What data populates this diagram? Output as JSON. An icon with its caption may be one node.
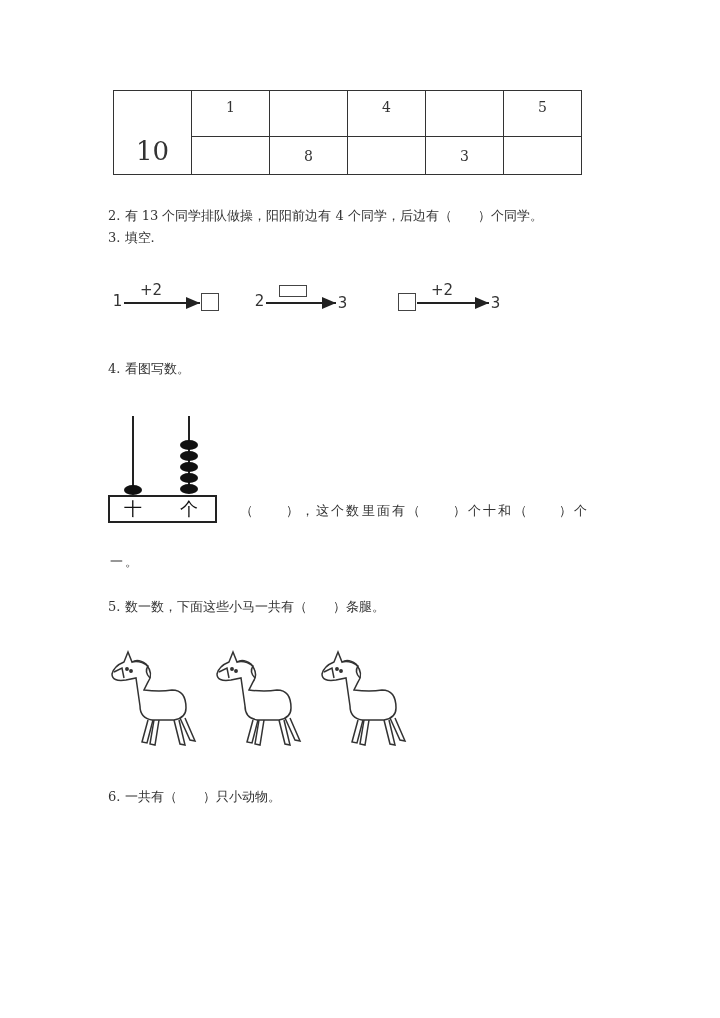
{
  "diagram": {
    "nodes": [
      {
        "text": [
          "1"
        ]
      },
      {
        "text": [],
        "shape": "box"
      },
      {
        "text": [
          "2"
        ]
      },
      {
        "text": [
          "3"
        ]
      },
      {
        "text": [],
        "shape": "box"
      },
      {
        "text": [],
        "shape": "box"
      },
      {
        "text": [
          "3"
        ]
      }
    ],
    "edges": [
      {
        "from": 0,
        "to": 1,
        "arrow": "to",
        "label": "+2"
      },
      {
        "from": 2,
        "to": 3,
        "arrow": "to"
      },
      {
        "from": 5,
        "to": 6,
        "arrow": "to",
        "label": "+2"
      }
    ],
    "labels": [
      "10",
      "1",
      "4",
      "5",
      "8",
      "3",
      "2. 有 13 个同学排队做操，阳阳前边有 4 个同学，后边有（　　）个同学。",
      "3. 填空.",
      "4. 看图写数。",
      "十",
      "个",
      "（　　），这个数里面有（　　）个十和（　　）个一。",
      "5. 数一数，下面这些小马一共有（　　）条腿。",
      "6. 一共有（　　）只小动物。"
    ]
  }
}
